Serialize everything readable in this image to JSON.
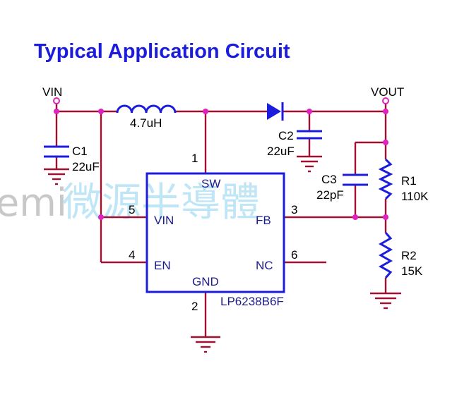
{
  "title": "Typical Application Circuit",
  "watermark": {
    "chinese": "微源半導體",
    "latin": "emi"
  },
  "nets": {
    "vin": "VIN",
    "vout": "VOUT"
  },
  "inductor": {
    "value": "4.7uH"
  },
  "capacitors": {
    "c1": {
      "ref": "C1",
      "value": "22uF"
    },
    "c2": {
      "ref": "C2",
      "value": "22uF"
    },
    "c3": {
      "ref": "C3",
      "value": "22pF"
    }
  },
  "resistors": {
    "r1": {
      "ref": "R1",
      "value": "110K"
    },
    "r2": {
      "ref": "R2",
      "value": "15K"
    }
  },
  "ic": {
    "part": "LP6238B6F",
    "pins": [
      {
        "num": "1",
        "name": "SW"
      },
      {
        "num": "2",
        "name": "GND"
      },
      {
        "num": "3",
        "name": "FB"
      },
      {
        "num": "4",
        "name": "EN"
      },
      {
        "num": "5",
        "name": "VIN"
      },
      {
        "num": "6",
        "name": "NC"
      }
    ]
  },
  "colors": {
    "title": "#1c1cdc",
    "wire": "#a01030",
    "component": "#1c1cdc",
    "node": "#e020c0"
  }
}
